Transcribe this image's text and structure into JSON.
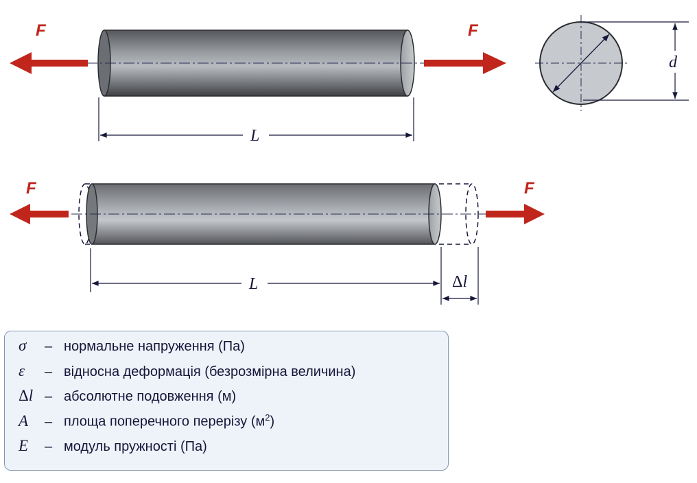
{
  "colors": {
    "force_arrow": "#c0261c",
    "ink": "#16163a",
    "rod_dark": "#4a4c50",
    "rod_light": "#b8bcc0",
    "legend_bg": "#eef3f9",
    "legend_border": "#8497ad"
  },
  "top": {
    "force_left": "F",
    "force_right": "F",
    "length": "L",
    "diameter": "d"
  },
  "bottom": {
    "force_left": "F",
    "force_right": "F",
    "length": "L",
    "elongation_delta": "Δ",
    "elongation_var": "l"
  },
  "legend": {
    "items": [
      {
        "symbol": "σ",
        "desc": "нормальне напруження (Па)"
      },
      {
        "symbol": "ε",
        "desc": "відносна деформація (безрозмірна величина)"
      },
      {
        "symbol_prefix": "Δ",
        "symbol": "l",
        "desc": "абсолютне подовження (м)"
      },
      {
        "symbol": "A",
        "desc": "площа поперечного перерізу (м",
        "desc_sup": "2",
        "desc_end": ")"
      },
      {
        "symbol": "E",
        "desc": "модуль пружності (Па)"
      }
    ],
    "dash": "–"
  }
}
